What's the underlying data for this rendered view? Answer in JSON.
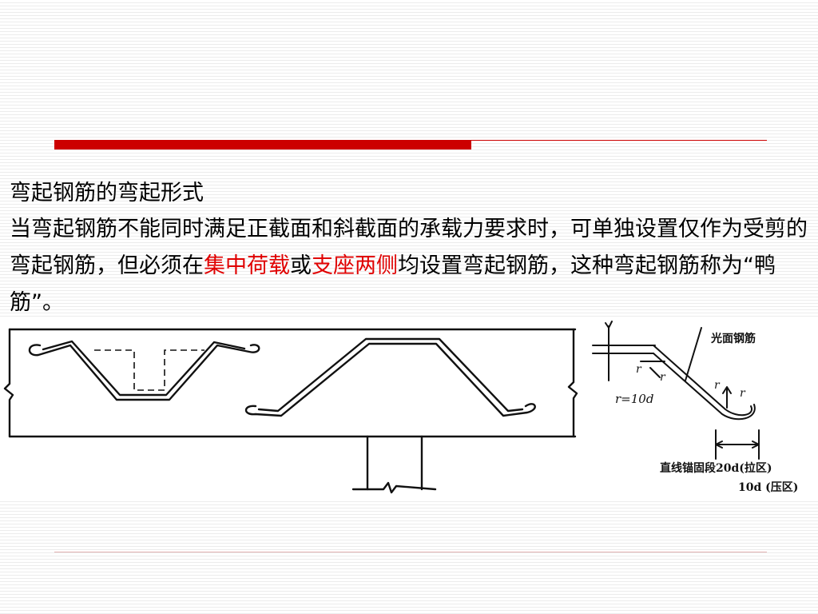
{
  "slide": {
    "title": "弯起钢筋的弯起形式",
    "body": {
      "p1": "当弯起钢筋不能同时满足正截面和斜截面的承载力要求时，可单独设置仅作为受剪的弯起钢筋，但必须在",
      "h1": "集中荷载",
      "p2": "或",
      "h2": "支座两侧",
      "p3": "均设置弯起钢筋，这种弯起钢筋称为“鸭筋”。"
    }
  },
  "diagram": {
    "labels": {
      "plain_bar": "光面钢筋",
      "r1": "r",
      "r2": "r",
      "r3": "r",
      "r4": "r",
      "radius": "r=10d",
      "anchor_tension": "直线锚固段20d(拉区)",
      "anchor_compression": "10d (压区)"
    }
  },
  "colors": {
    "accent_red": "#cc0000",
    "highlight_text": "#e00000"
  }
}
